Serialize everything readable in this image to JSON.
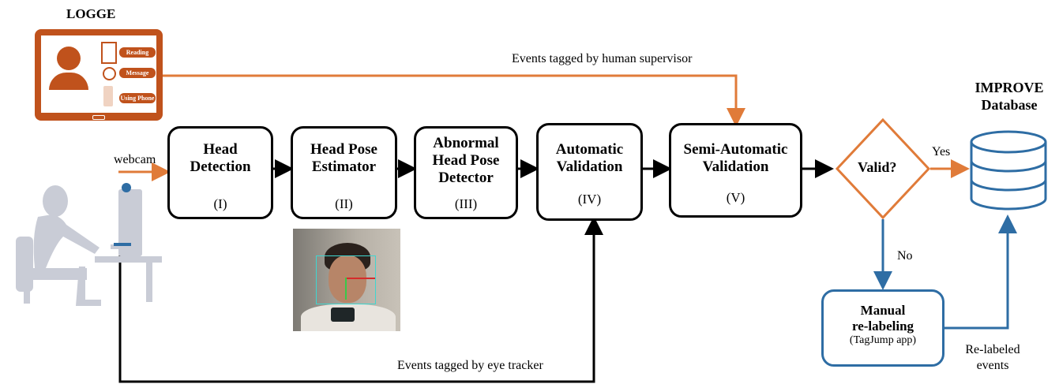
{
  "logge": {
    "title": "LOGGE",
    "buttons": [
      "Reading",
      "Message",
      "Using Phone"
    ]
  },
  "webcam_label": "webcam",
  "stages": [
    {
      "title_lines": [
        "Head",
        "Detection"
      ],
      "num": "(I)"
    },
    {
      "title_lines": [
        "Head Pose",
        "Estimator"
      ],
      "num": "(II)"
    },
    {
      "title_lines": [
        "Abnormal",
        "Head Pose",
        "Detector"
      ],
      "num": "(III)"
    },
    {
      "title_lines": [
        "Automatic",
        "Validation"
      ],
      "num": "(IV)"
    },
    {
      "title_lines": [
        "Semi-Automatic",
        "Validation"
      ],
      "num": "(V)"
    }
  ],
  "decision": {
    "label": "Valid?",
    "yes": "Yes",
    "no": "No"
  },
  "database": {
    "title_lines": [
      "IMPROVE",
      "Database"
    ]
  },
  "manual": {
    "title_lines": [
      "Manual",
      "re-labeling"
    ],
    "sub": "(TagJump app)"
  },
  "relabeled": {
    "lines": [
      "Re-labeled",
      "events"
    ]
  },
  "supervisor_label": "Events tagged by human supervisor",
  "eyetracker_label": "Events tagged by eye tracker",
  "colors": {
    "orange": "#e07b39",
    "blue": "#2e6da4",
    "black": "#000000",
    "tablet": "#c0521c",
    "silhouette": "#c9ccd6"
  }
}
